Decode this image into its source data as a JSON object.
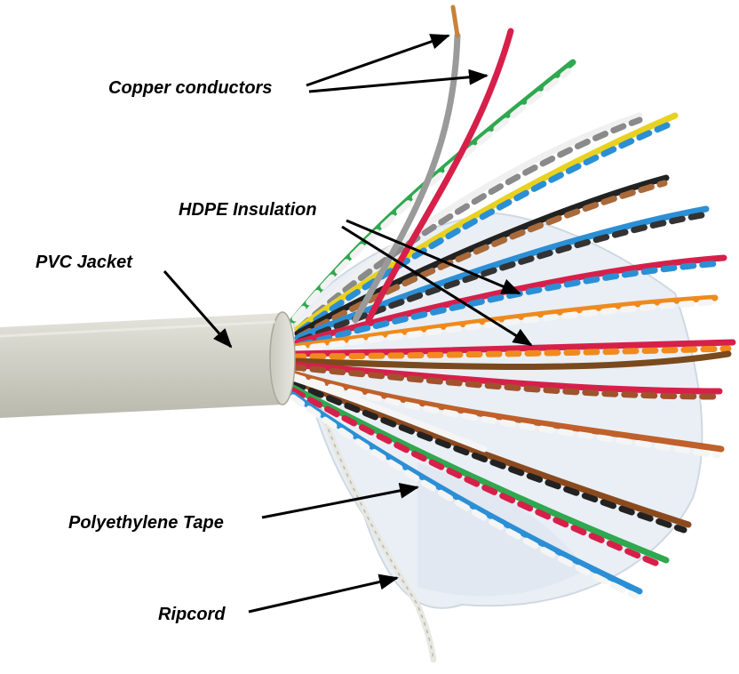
{
  "labels": {
    "copper": "Copper conductors",
    "hdpe": "HDPE Insulation",
    "jacket": "PVC Jacket",
    "tape": "Polyethylene Tape",
    "ripcord": "Ripcord"
  },
  "colors": {
    "jacket": "#d6d6cc",
    "tape": "#e8eef5",
    "arrow": "#000000"
  },
  "wire_colors": [
    "red",
    "green",
    "white",
    "blue",
    "yellow",
    "gray",
    "orange",
    "brown",
    "black"
  ]
}
